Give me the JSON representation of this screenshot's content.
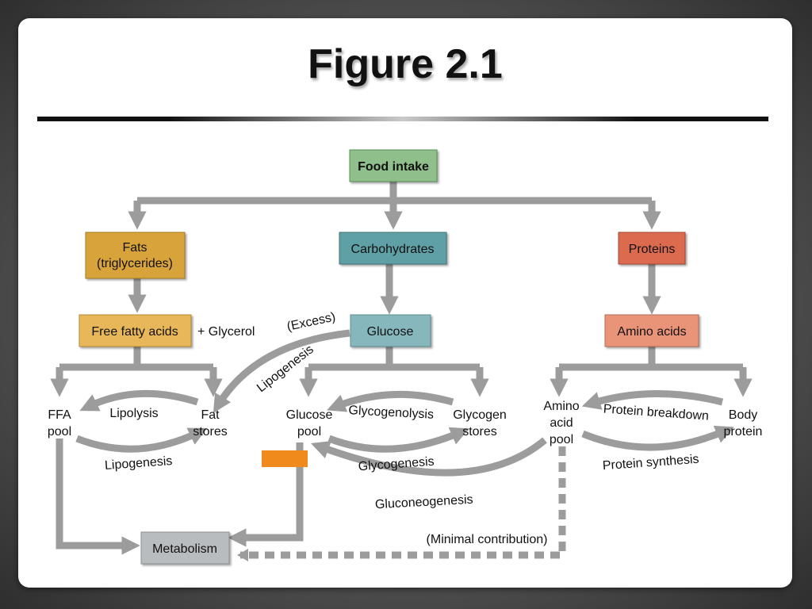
{
  "slide": {
    "title": "Figure 2.1"
  },
  "colors": {
    "food": "#8fbf8a",
    "fats": "#d9a33a",
    "ffa": "#e8b75a",
    "carbs": "#5f9fa6",
    "glucose": "#86b7bd",
    "proteins": "#db6a4f",
    "amino": "#e99479",
    "metabolism": "#b9bcbe",
    "arrow": "#9c9c9c",
    "orange_marker": "#f08a1c"
  },
  "boxes": {
    "food_intake": "Food intake",
    "fats_line1": "Fats",
    "fats_line2": "(triglycerides)",
    "carbohydrates": "Carbohydrates",
    "proteins": "Proteins",
    "free_fatty_acids": "Free fatty acids",
    "glucose": "Glucose",
    "amino_acids": "Amino acids",
    "metabolism": "Metabolism"
  },
  "labels": {
    "plus_glycerol": "+ Glycerol",
    "excess": "(Excess)",
    "lipogenesis_curve": "Lipogenesis",
    "ffa_pool_1": "FFA",
    "ffa_pool_2": "pool",
    "fat_stores_1": "Fat",
    "fat_stores_2": "stores",
    "lipolysis": "Lipolysis",
    "lipogenesis": "Lipogenesis",
    "glucose_pool_1": "Glucose",
    "glucose_pool_2": "pool",
    "glycogen_stores_1": "Glycogen",
    "glycogen_stores_2": "stores",
    "glycogenolysis": "Glycogenolysis",
    "glycogenesis": "Glycogenesis",
    "gluconeogenesis": "Gluconeogenesis",
    "amino_pool_1": "Amino",
    "amino_pool_2": "acid",
    "amino_pool_3": "pool",
    "body_protein_1": "Body",
    "body_protein_2": "protein",
    "protein_breakdown": "Protein breakdown",
    "protein_synthesis": "Protein synthesis",
    "minimal_contribution": "(Minimal contribution)"
  }
}
